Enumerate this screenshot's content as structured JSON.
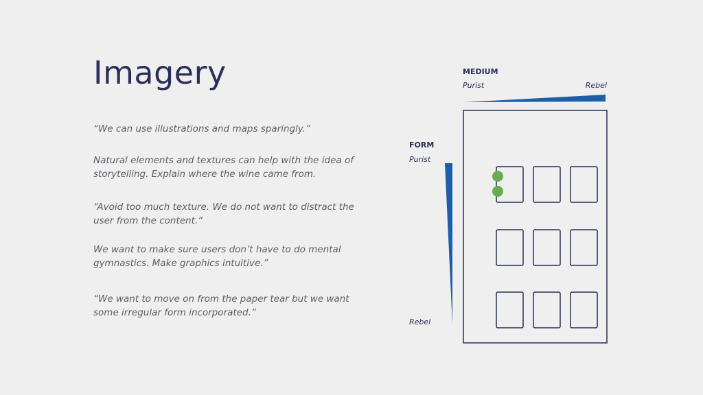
{
  "slide": {
    "title": "Imagery",
    "quotes": [
      "“We can use illustrations and maps sparingly.”",
      "Natural elements and textures can help with the idea of storytelling. Explain where the wine came from.",
      "“Avoid too much texture. We do not want to distract the user from the content.”",
      "We want to make sure users don’t have to do mental gymnastics. Make graphics intuitive.”",
      "“We want to move on from the paper tear but we want some irregular form incorporated.”"
    ]
  },
  "diagram": {
    "medium_axis": {
      "label": "MEDIUM",
      "start": "Purist",
      "end": "Rebel"
    },
    "form_axis": {
      "label": "FORM",
      "start": "Purist",
      "end": "Rebel"
    },
    "grid": {
      "rows": 3,
      "cols": 3
    },
    "markers": [
      {
        "row": 0,
        "col": 0
      },
      {
        "row": 0,
        "col": 0
      }
    ],
    "colors": {
      "text_dark": "#2a2f5a",
      "text_body": "#5d5d66",
      "axis_wedge": "#1c5ea8",
      "frame": "#2a2f5a",
      "marker": "#6aac53",
      "background": "#efefef"
    }
  }
}
